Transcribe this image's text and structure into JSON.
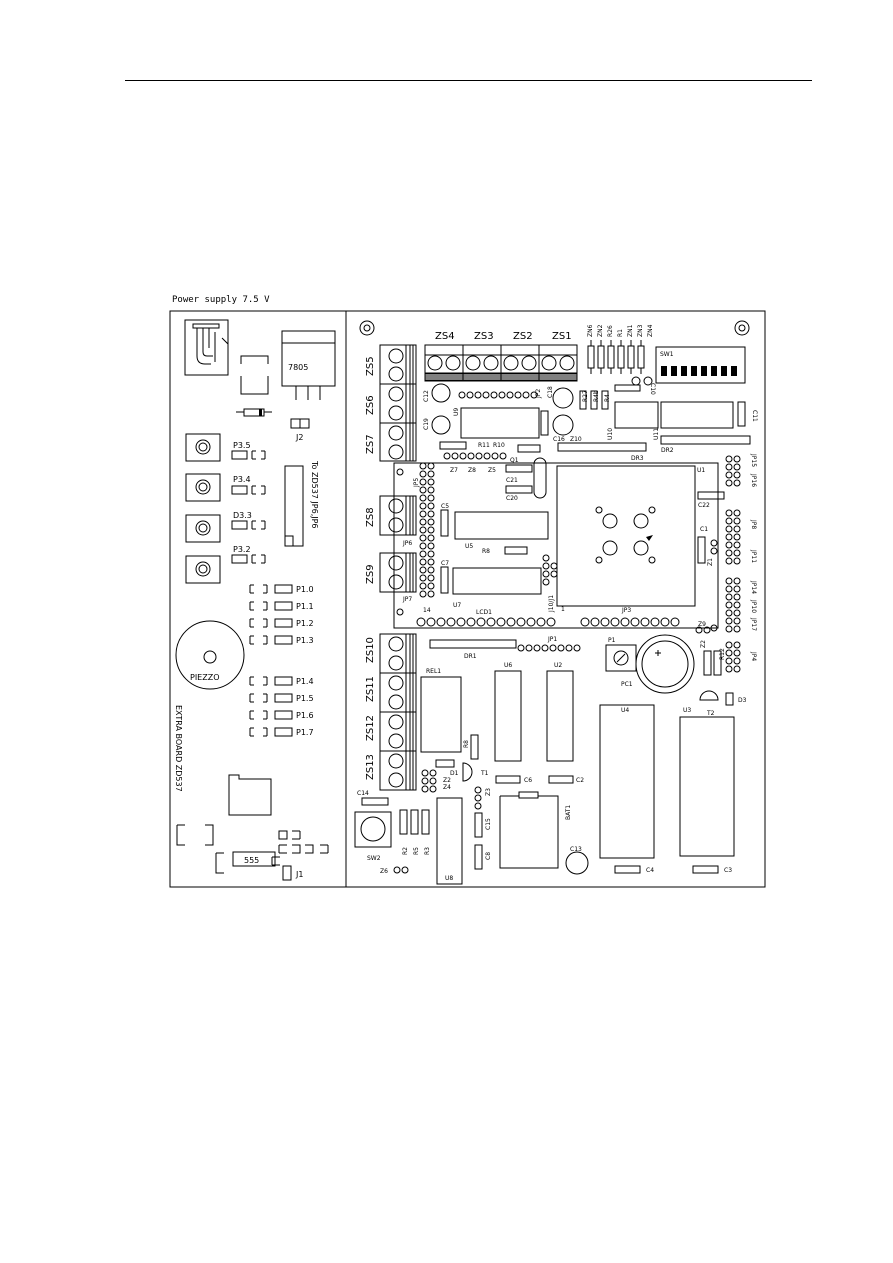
{
  "caption": "Power supply 7.5 V",
  "left_board": {
    "regulator": "7805",
    "jumper_j2": "J2",
    "connector_note": "To ZD537 JP6,JP6",
    "port3_labels": [
      "P3.5",
      "P3.4",
      "D3.3",
      "P3.2"
    ],
    "port1_labels_top": [
      "P1.0",
      "P1.1",
      "P1.2",
      "P1.3"
    ],
    "port1_labels_bottom": [
      "P1.4",
      "P1.5",
      "P1.6",
      "P1.7"
    ],
    "piezo": "PIEZZO",
    "board_name": "EXTRA BOARD ZD537",
    "timer": "555",
    "jumper_j1": "J1"
  },
  "main_board": {
    "zs_top": [
      "ZS4",
      "ZS3",
      "ZS2",
      "ZS1"
    ],
    "zs_left": [
      "ZS5",
      "ZS6",
      "ZS7",
      "ZS8",
      "ZS9",
      "ZS10",
      "ZS11",
      "ZS12",
      "ZS13"
    ],
    "top_resistors": [
      "ZN6",
      "ZN2",
      "R26",
      "R1",
      "ZN1",
      "ZN3",
      "ZN4"
    ],
    "switch": "SW1",
    "components": {
      "c10": "C10",
      "c11": "C11",
      "c12": "C12",
      "c19": "C19",
      "u9": "U9",
      "c18": "C18",
      "jp2": "JP2",
      "r27": "R27",
      "r4b": "R4b",
      "r4": "R4",
      "c16": "C16",
      "z10": "Z10",
      "u10": "U10",
      "u11": "U11",
      "dr3": "DR3",
      "dr2": "DR2",
      "r11": "R11",
      "r10": "R10",
      "q1": "Q1",
      "z7": "Z7",
      "z8": "Z8",
      "z5": "Z5",
      "c21": "C21",
      "c20": "C20",
      "u1": "U1",
      "jp15": "JP15",
      "jp16": "JP16",
      "c22": "C22",
      "jp8": "JP8",
      "c1": "C1",
      "z1": "Z1",
      "jp11": "JP11",
      "jp5": "JP5",
      "c5": "C5",
      "jp6": "JP6",
      "u5": "U5",
      "r8": "R8",
      "c7": "C7",
      "jp7": "JP7",
      "u7": "U7",
      "jp14": "JP14",
      "jp10": "JP10",
      "jp17": "JP17",
      "jp12": "JP12",
      "jp4": "JP4",
      "j10": "J10/J1",
      "l1": "1",
      "l14": "14",
      "lcd": "LCD1",
      "jp3": "JP3",
      "z9": "Z9",
      "dr1": "DR1",
      "jp1": "JP1",
      "p1": "P1",
      "pc1": "PC1",
      "r12": "R12",
      "z2b": "Z2",
      "rel1": "REL1",
      "u6": "U6",
      "u2": "U2",
      "u4": "U4",
      "u3": "U3",
      "d3": "D3",
      "t2": "T2",
      "r8b": "R8",
      "d1": "D1",
      "t1": "T1",
      "z2": "Z2",
      "z4": "Z4",
      "c6": "C6",
      "c2": "C2",
      "c14": "C14",
      "z3": "Z3",
      "c15": "C15",
      "bat1": "BAT1",
      "c8": "C8",
      "sw2": "SW2",
      "r2": "R2",
      "r5": "R5",
      "r3": "R3",
      "z6": "Z6",
      "u8": "U8",
      "c13": "C13",
      "c4": "C4",
      "c3": "C3"
    }
  }
}
